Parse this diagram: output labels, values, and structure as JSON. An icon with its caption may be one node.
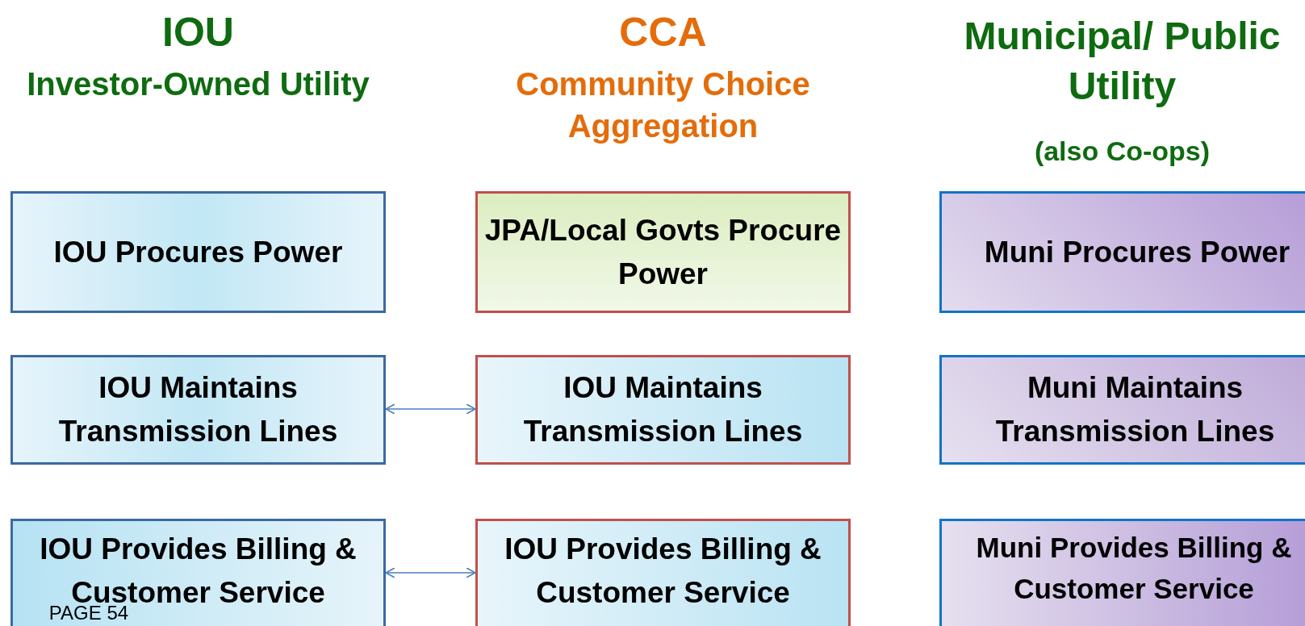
{
  "diagram": {
    "nodes": [
      {
        "text": [
          "IOU Procures Power"
        ]
      },
      {
        "text": [
          "JPA/Local Govts Procure Power"
        ]
      },
      {
        "text": [
          "Muni Procures Power"
        ]
      },
      {
        "text": [
          "IOU Maintains Transmission Lines"
        ]
      },
      {
        "text": [
          "IOU Maintains Transmission Lines"
        ]
      },
      {
        "text": [
          "Muni Maintains Transmission Lines"
        ]
      },
      {
        "text": [
          "IOU Provides Billing & Customer Service"
        ]
      },
      {
        "text": [
          "IOU Provides Billing & Customer Service"
        ]
      },
      {
        "text": [
          "Muni Provides Billing &  Customer Service"
        ]
      }
    ],
    "edges": [
      {
        "from": 3,
        "to": 4,
        "arrow": "both"
      },
      {
        "from": 6,
        "to": 7,
        "arrow": "both"
      }
    ],
    "labels": [
      "IOU",
      "Investor-Owned Utility",
      "CCA",
      "Community Choice Aggregation",
      "Municipal/ Public Utility",
      "(also Co-ops)",
      "PAGE 54"
    ]
  }
}
